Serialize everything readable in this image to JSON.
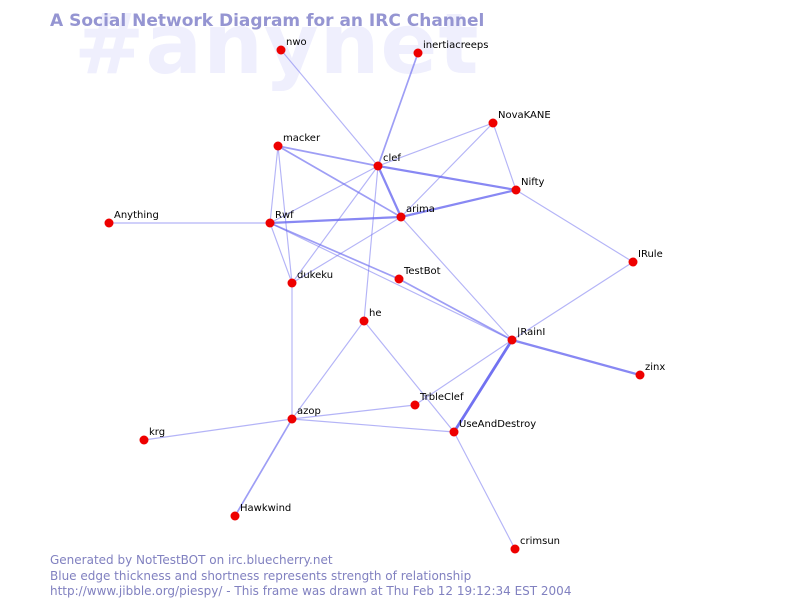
{
  "header": {
    "watermark": "#anynet",
    "title": "A Social Network Diagram for an IRC Channel"
  },
  "footer": {
    "line1": "Generated by NotTestBOT on irc.bluecherry.net",
    "line2": "Blue edge thickness and shortness represents strength of relationship",
    "line3": "http://www.jibble.org/piespy/ - This frame was drawn at Thu Feb 12 19:12:34 EST 2004"
  },
  "colors": {
    "node": "#ee0000",
    "edge": "#6a6af0",
    "title": "#9595d2",
    "watermark": "#efeffd",
    "footer": "#8181c0"
  },
  "nodes": [
    {
      "id": "nwo",
      "label": "nwo"
    },
    {
      "id": "inertiacreeps",
      "label": "inertiacreeps"
    },
    {
      "id": "NovaKANE",
      "label": "NovaKANE"
    },
    {
      "id": "macker",
      "label": "macker"
    },
    {
      "id": "clef",
      "label": "clef"
    },
    {
      "id": "Nifty",
      "label": "Nifty"
    },
    {
      "id": "arima",
      "label": "arima"
    },
    {
      "id": "Anything",
      "label": "Anything"
    },
    {
      "id": "Rwf",
      "label": "Rwf"
    },
    {
      "id": "IRule",
      "label": "IRule"
    },
    {
      "id": "TestBot",
      "label": "TestBot"
    },
    {
      "id": "dukeku",
      "label": "dukeku"
    },
    {
      "id": "he",
      "label": "he"
    },
    {
      "id": "RainI",
      "label": "|RainI"
    },
    {
      "id": "zinx",
      "label": "zinx"
    },
    {
      "id": "TrbleClef",
      "label": "TrbleClef"
    },
    {
      "id": "azop",
      "label": "azop"
    },
    {
      "id": "UseAndDestroy",
      "label": "UseAndDestroy"
    },
    {
      "id": "krg",
      "label": "krg"
    },
    {
      "id": "Hawkwind",
      "label": "Hawkwind"
    },
    {
      "id": "crimsun",
      "label": "crimsun"
    }
  ],
  "edges": [
    {
      "from": "nwo",
      "to": "clef",
      "strength": 1
    },
    {
      "from": "inertiacreeps",
      "to": "clef",
      "strength": 2
    },
    {
      "from": "NovaKANE",
      "to": "clef",
      "strength": 1
    },
    {
      "from": "NovaKANE",
      "to": "arima",
      "strength": 1
    },
    {
      "from": "NovaKANE",
      "to": "Nifty",
      "strength": 1
    },
    {
      "from": "macker",
      "to": "clef",
      "strength": 2
    },
    {
      "from": "macker",
      "to": "arima",
      "strength": 2
    },
    {
      "from": "macker",
      "to": "Rwf",
      "strength": 1
    },
    {
      "from": "macker",
      "to": "dukeku",
      "strength": 1
    },
    {
      "from": "clef",
      "to": "Nifty",
      "strength": 3
    },
    {
      "from": "clef",
      "to": "arima",
      "strength": 3
    },
    {
      "from": "clef",
      "to": "Rwf",
      "strength": 1
    },
    {
      "from": "clef",
      "to": "dukeku",
      "strength": 1
    },
    {
      "from": "clef",
      "to": "he",
      "strength": 1
    },
    {
      "from": "arima",
      "to": "Nifty",
      "strength": 3
    },
    {
      "from": "arima",
      "to": "Rwf",
      "strength": 3
    },
    {
      "from": "arima",
      "to": "dukeku",
      "strength": 1
    },
    {
      "from": "arima",
      "to": "RainI",
      "strength": 1
    },
    {
      "from": "Nifty",
      "to": "IRule",
      "strength": 1
    },
    {
      "from": "Anything",
      "to": "Rwf",
      "strength": 1
    },
    {
      "from": "Rwf",
      "to": "TestBot",
      "strength": 2
    },
    {
      "from": "Rwf",
      "to": "RainI",
      "strength": 1
    },
    {
      "from": "Rwf",
      "to": "dukeku",
      "strength": 1
    },
    {
      "from": "TestBot",
      "to": "RainI",
      "strength": 2
    },
    {
      "from": "IRule",
      "to": "RainI",
      "strength": 1
    },
    {
      "from": "dukeku",
      "to": "azop",
      "strength": 1
    },
    {
      "from": "he",
      "to": "azop",
      "strength": 1
    },
    {
      "from": "he",
      "to": "UseAndDestroy",
      "strength": 1
    },
    {
      "from": "RainI",
      "to": "zinx",
      "strength": 3
    },
    {
      "from": "RainI",
      "to": "UseAndDestroy",
      "strength": 4
    },
    {
      "from": "RainI",
      "to": "TrbleClef",
      "strength": 1
    },
    {
      "from": "TrbleClef",
      "to": "azop",
      "strength": 1
    },
    {
      "from": "azop",
      "to": "UseAndDestroy",
      "strength": 1
    },
    {
      "from": "azop",
      "to": "krg",
      "strength": 1
    },
    {
      "from": "azop",
      "to": "Hawkwind",
      "strength": 2
    },
    {
      "from": "UseAndDestroy",
      "to": "crimsun",
      "strength": 1
    }
  ]
}
